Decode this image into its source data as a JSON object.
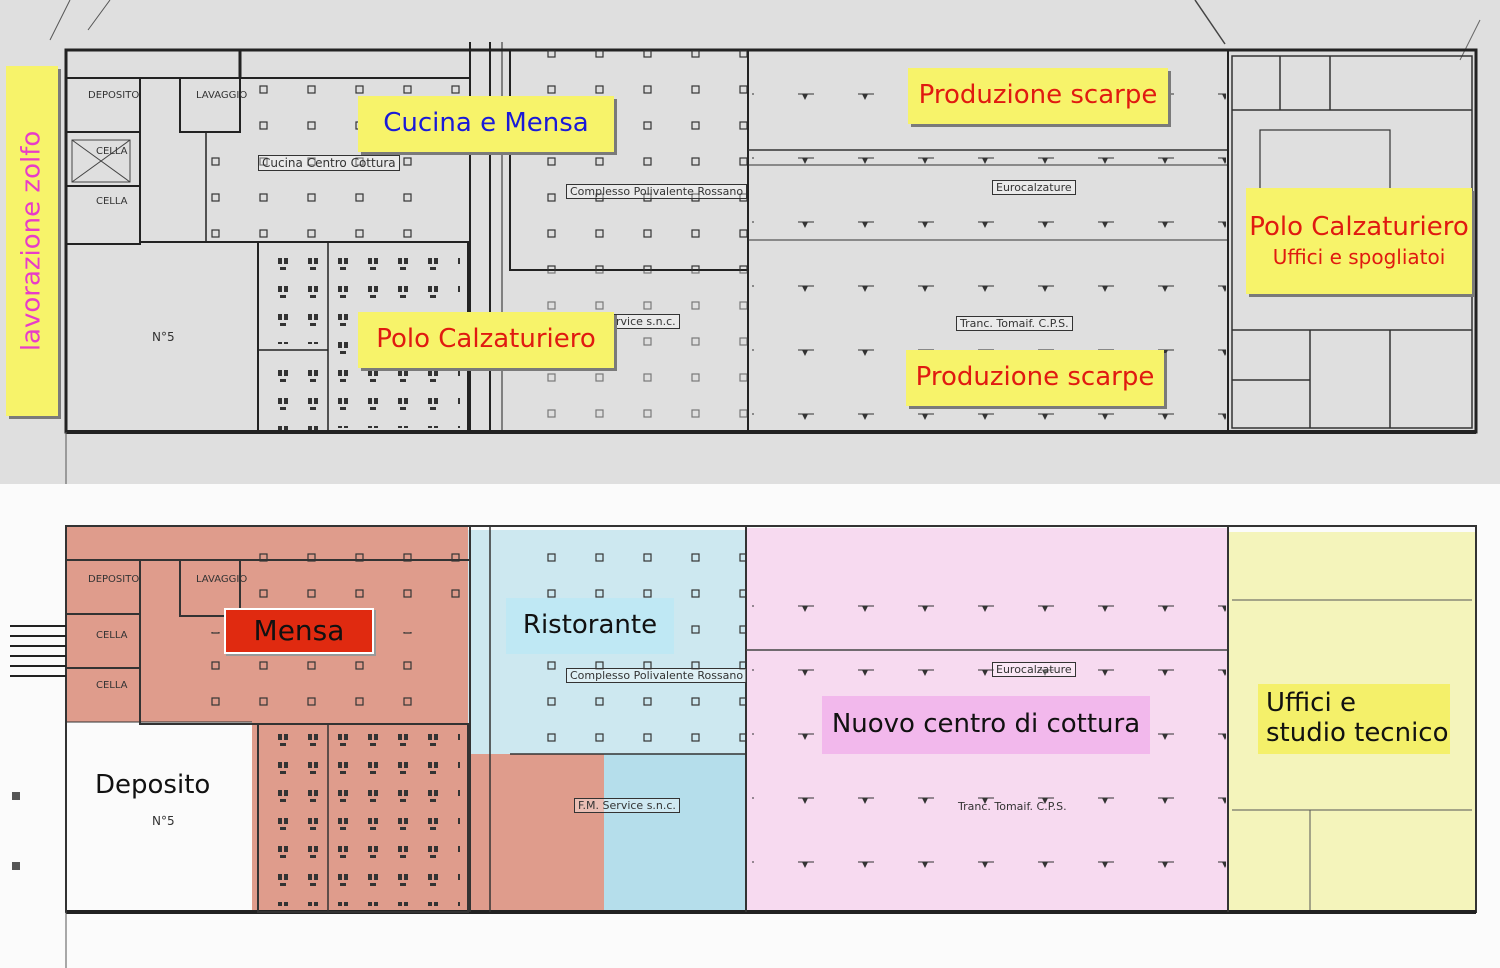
{
  "top_plan": {
    "labels": {
      "zolfo": "lavorazione zolfo",
      "cucina_mensa": "Cucina e Mensa",
      "polo_calz_center": "Polo Calzaturiero",
      "prod_scarpe_top": "Produzione scarpe",
      "prod_scarpe_bottom": "Produzione scarpe",
      "polo_calz_right_1": "Polo Calzaturiero",
      "polo_calz_right_2": "Uffici e spogliatoi"
    },
    "room_text": {
      "deposito": "DEPOSITO",
      "lavaggio": "LAVAGGIO",
      "cella_1": "CELLA",
      "cella_2": "CELLA",
      "cucina": "Cucina Centro Cottura",
      "complesso": "Complesso Polivalente Rossano",
      "eurocalzature": "Eurocalzature",
      "service": "rvice s.n.c.",
      "tranc": "Tranc. Tomaif. C.P.S.",
      "n5": "N°5"
    }
  },
  "bottom_plan": {
    "labels": {
      "mensa": "Mensa",
      "ristorante": "Ristorante",
      "nuovo_centro": "Nuovo centro di cottura",
      "uffici_1": "Uffici e",
      "uffici_2": "studio tecnico",
      "deposito": "Deposito"
    },
    "room_text": {
      "deposito": "DEPOSITO",
      "lavaggio": "LAVAGGIO",
      "cella_1": "CELLA",
      "cella_2": "CELLA",
      "complesso": "Complesso Polivalente Rossano",
      "eurocalzature": "Eurocalzature",
      "fm_service": "F.M. Service s.n.c.",
      "tranc": "Tranc. Tomaif. C.P.S.",
      "n5": "N°5"
    }
  },
  "colors": {
    "label_yellow": "#f7f36a",
    "label_red_text": "#e01a10",
    "label_blue_text": "#1a1ad8",
    "label_magenta_text": "#e83cc8",
    "mensa_zone": "#d98b78",
    "ristorante_zone": "#a8d8e8",
    "cottura_zone": "#f4bfe8",
    "uffici_zone": "#f2f2a6",
    "mensa_label_bg": "#e02a10",
    "ristorante_label_bg": "#bfe8f4",
    "cottura_label_bg": "#f2b8ec"
  }
}
